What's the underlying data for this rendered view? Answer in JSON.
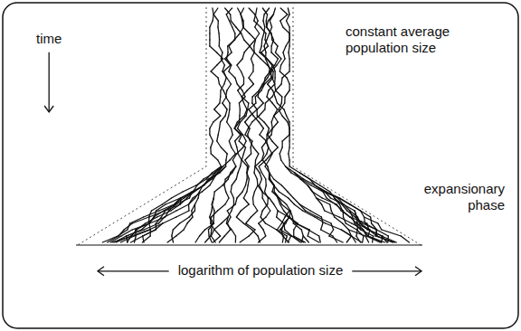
{
  "diagram": {
    "labels": [
      "time",
      "constant average population size",
      "expansionary phase",
      "logarithm of population size"
    ]
  }
}
